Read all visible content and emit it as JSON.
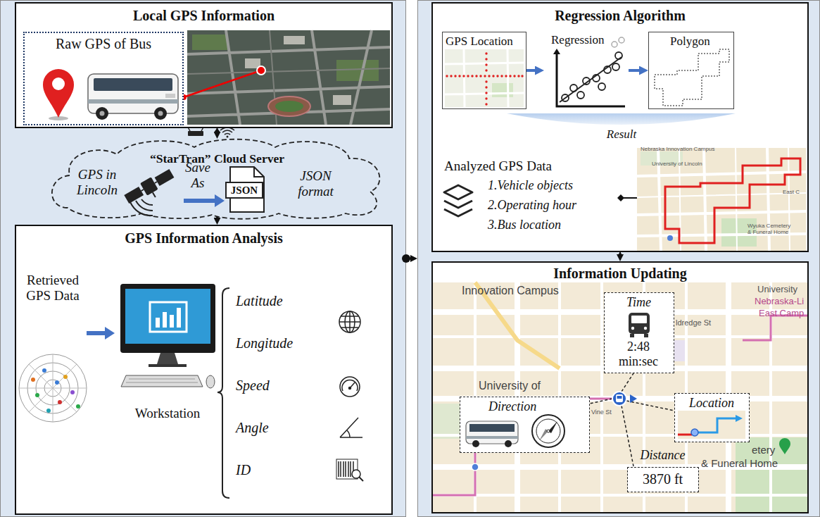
{
  "diagram": {
    "nodes": [
      {
        "text": []
      },
      {
        "text": [
          "Local GPS Information"
        ],
        "in": 0
      },
      {
        "text": [
          "Raw GPS of Bus"
        ],
        "in": 1
      },
      {
        "text": [
          "“StarTran” Cloud Server",
          "GPS in Lincoln",
          "Save As",
          "JSON format"
        ],
        "in": 0
      },
      {
        "text": [
          "GPS Information Analysis",
          "Retrieved GPS Data",
          "Workstation",
          "Latitude",
          "Longitude",
          "Speed",
          "Angle",
          "ID"
        ],
        "in": 0
      },
      {
        "text": []
      },
      {
        "text": [
          "Regression Algorithm",
          "Result",
          "Analyzed GPS Data",
          "1.Vehicle objects",
          "2.Operating hour",
          "3.Bus location"
        ],
        "in": 5
      },
      {
        "text": [
          "GPS Location"
        ],
        "in": 6
      },
      {
        "text": [
          "Regression"
        ],
        "in": 6
      },
      {
        "text": [
          "Polygon"
        ],
        "in": 6
      },
      {
        "text": [
          "Information Updating"
        ],
        "in": 5
      },
      {
        "text": [
          "Time",
          "2:48 min:sec"
        ],
        "in": 10
      },
      {
        "text": [
          "Direction"
        ],
        "in": 10
      },
      {
        "text": [
          "Location"
        ],
        "in": 10
      },
      {
        "text": [
          "Distance",
          "3870 ft"
        ],
        "in": 10
      }
    ],
    "edges": [
      {
        "from": 1,
        "to": 3,
        "arrow": "to"
      },
      {
        "from": 3,
        "to": 4,
        "arrow": "to"
      },
      {
        "from": 0,
        "to": 5,
        "arrow": "to"
      },
      {
        "from": 7,
        "to": 8,
        "arrow": "to"
      },
      {
        "from": 8,
        "to": 9,
        "arrow": "to"
      },
      {
        "from": 6,
        "to": 10,
        "arrow": "to"
      }
    ],
    "labels": [
      "JSON",
      "Nebraska Innovation Campus",
      "University of Lincoln",
      "East C",
      "Wyuka Cemetery & Funeral Home",
      "Innovation Campus",
      "University",
      "Nebraska-Li",
      "East Camp",
      "ldredge St",
      "University of",
      "Vine St",
      "etery",
      "& Funeral Home"
    ]
  }
}
